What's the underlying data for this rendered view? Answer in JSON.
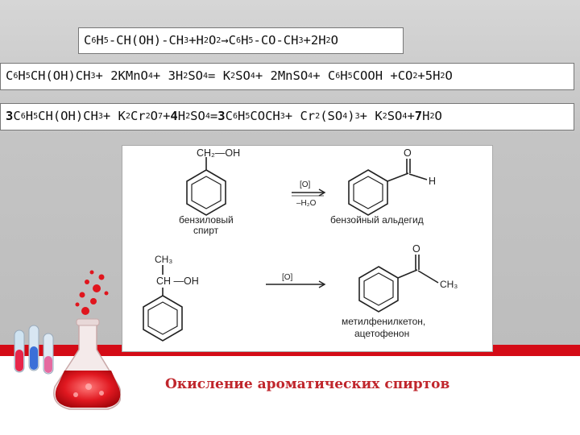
{
  "equations": [
    {
      "parts": [
        {
          "t": "C"
        },
        {
          "s": "6"
        },
        {
          "t": "H"
        },
        {
          "s": "5"
        },
        {
          "t": "-CH(OH)-CH"
        },
        {
          "s": "3"
        },
        {
          "t": "+H"
        },
        {
          "s": "2"
        },
        {
          "t": "O"
        },
        {
          "s": "2"
        },
        {
          "t": "→C"
        },
        {
          "s": "6"
        },
        {
          "t": "H"
        },
        {
          "s": "5"
        },
        {
          "t": "-CO-CH"
        },
        {
          "s": "3"
        },
        {
          "t": "+2H"
        },
        {
          "s": "2"
        },
        {
          "t": "O"
        }
      ]
    },
    {
      "parts": [
        {
          "t": "C"
        },
        {
          "s": "6"
        },
        {
          "t": "H"
        },
        {
          "s": "5"
        },
        {
          "t": "CH(OH)CH"
        },
        {
          "s": "3"
        },
        {
          "t": " + 2KMnO"
        },
        {
          "s": "4"
        },
        {
          "t": " + 3H"
        },
        {
          "s": "2"
        },
        {
          "t": "SO"
        },
        {
          "s": "4"
        },
        {
          "t": " = K"
        },
        {
          "s": "2"
        },
        {
          "t": "SO"
        },
        {
          "s": "4"
        },
        {
          "t": " + 2MnSO"
        },
        {
          "s": "4"
        },
        {
          "t": " + C"
        },
        {
          "s": "6"
        },
        {
          "t": "H"
        },
        {
          "s": "5"
        },
        {
          "t": "COOH +CO"
        },
        {
          "s": "2"
        },
        {
          "t": " +5H"
        },
        {
          "s": "2"
        },
        {
          "t": "O"
        }
      ]
    },
    {
      "parts": [
        {
          "b": "3"
        },
        {
          "t": "C"
        },
        {
          "s": "6"
        },
        {
          "t": "H"
        },
        {
          "s": "5"
        },
        {
          "t": "CH(OH)CH"
        },
        {
          "s": "3"
        },
        {
          "t": " + K"
        },
        {
          "s": "2"
        },
        {
          "t": "Cr"
        },
        {
          "s": "2"
        },
        {
          "t": "O"
        },
        {
          "s": "7"
        },
        {
          "t": " + "
        },
        {
          "b": "4"
        },
        {
          "t": "H"
        },
        {
          "s": "2"
        },
        {
          "t": "SO"
        },
        {
          "s": "4"
        },
        {
          "t": " = "
        },
        {
          "b": "3"
        },
        {
          "t": "C"
        },
        {
          "s": "6"
        },
        {
          "t": "H"
        },
        {
          "s": "5"
        },
        {
          "t": "COCH"
        },
        {
          "s": "3"
        },
        {
          "t": " + Cr"
        },
        {
          "s": "2"
        },
        {
          "t": "(SO"
        },
        {
          "s": "4"
        },
        {
          "t": ")"
        },
        {
          "s": "3"
        },
        {
          "t": " + K"
        },
        {
          "s": "2"
        },
        {
          "t": "SO"
        },
        {
          "s": "4"
        },
        {
          "t": " + "
        },
        {
          "b": "7"
        },
        {
          "t": "H"
        },
        {
          "s": "2"
        },
        {
          "t": "O"
        }
      ]
    }
  ],
  "scheme": {
    "r1": {
      "substituent": "CH₂—OH",
      "reagent_top": "[O]",
      "reagent_bottom": "–H₂O",
      "product_O": "O",
      "product_H": "H",
      "label_reactant_1": "бензиловый",
      "label_reactant_2": "спирт",
      "label_product": "бензойный альдегид"
    },
    "r2": {
      "ch3": "CH₃",
      "ch_oh": "CH —OH",
      "reagent": "[O]",
      "product_O": "O",
      "product_ch3": "CH₃",
      "label_product_1": "метилфенилкетон,",
      "label_product_2": "ацетофенон"
    }
  },
  "title": "Окисление ароматических спиртов",
  "colors": {
    "accent_red": "#d40b16",
    "title_red": "#c0262c",
    "background_gray": "#c4c4c4"
  }
}
